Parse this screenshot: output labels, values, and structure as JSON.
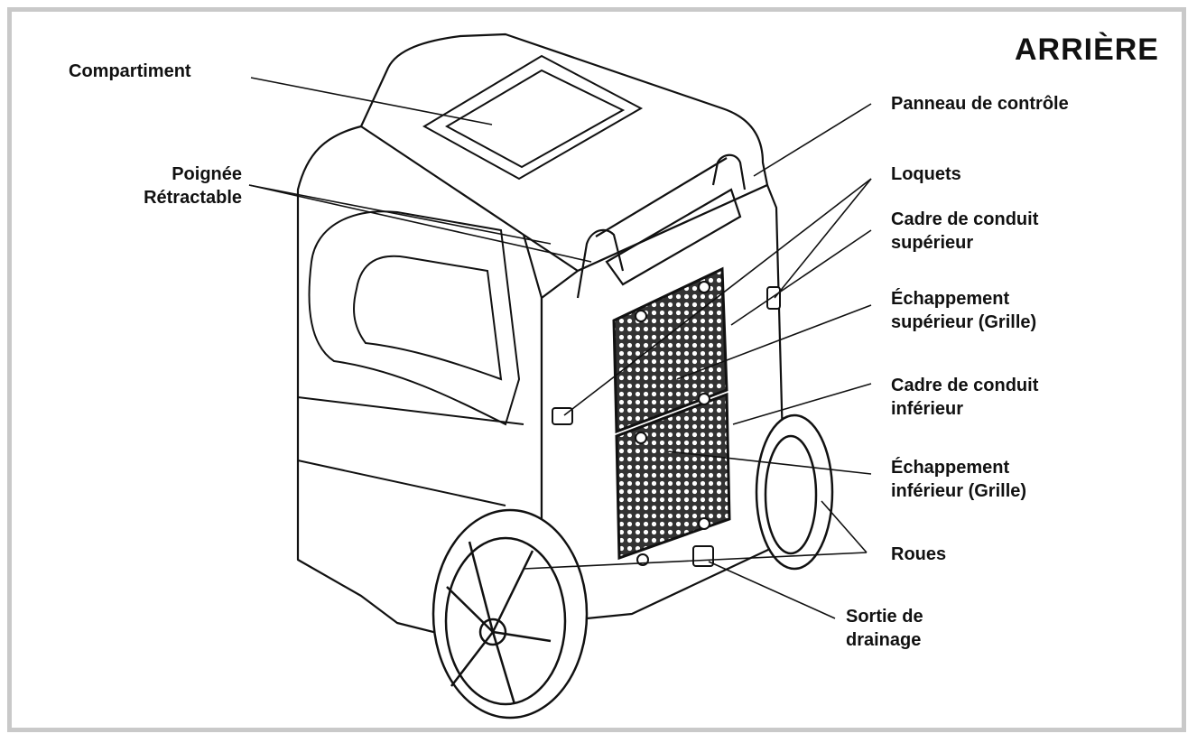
{
  "title": "ARRIÈRE",
  "labels": {
    "compartiment": "Compartiment",
    "poignee_line1": "Poignée",
    "poignee_line2": "Rétractable",
    "panneau": "Panneau de contrôle",
    "loquets": "Loquets",
    "cadre_sup_line1": "Cadre de conduit",
    "cadre_sup_line2": "supérieur",
    "echap_sup_line1": "Échappement",
    "echap_sup_line2": "supérieur (Grille)",
    "cadre_inf_line1": "Cadre de conduit",
    "cadre_inf_line2": "inférieur",
    "echap_inf_line1": "Échappement",
    "echap_inf_line2": "inférieur (Grille)",
    "roues": "Roues",
    "sortie_line1": "Sortie de",
    "sortie_line2": "drainage"
  },
  "colors": {
    "ink": "#111111",
    "frame": "#c9c9c9",
    "body_fill": "#ffffff",
    "grille": "#2a2a2a"
  }
}
